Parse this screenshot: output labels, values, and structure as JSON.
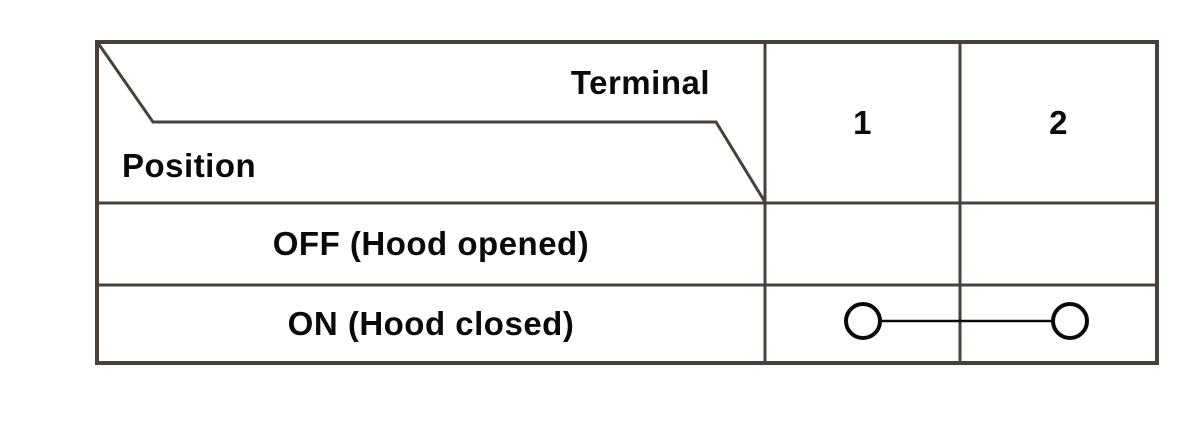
{
  "table": {
    "header": {
      "terminal_label": "Terminal",
      "position_label": "Position",
      "terminal_columns": [
        "1",
        "2"
      ]
    },
    "rows": [
      {
        "position": "OFF (Hood opened)",
        "continuity_between": []
      },
      {
        "position": "ON (Hood closed)",
        "continuity_between": [
          "1",
          "2"
        ],
        "symbol": "circle-line-circle"
      }
    ]
  },
  "colors": {
    "grid_line": "#48403b",
    "symbol_line": "#0a0a0a",
    "text": "#0a0a0a",
    "background": "#ffffff"
  }
}
